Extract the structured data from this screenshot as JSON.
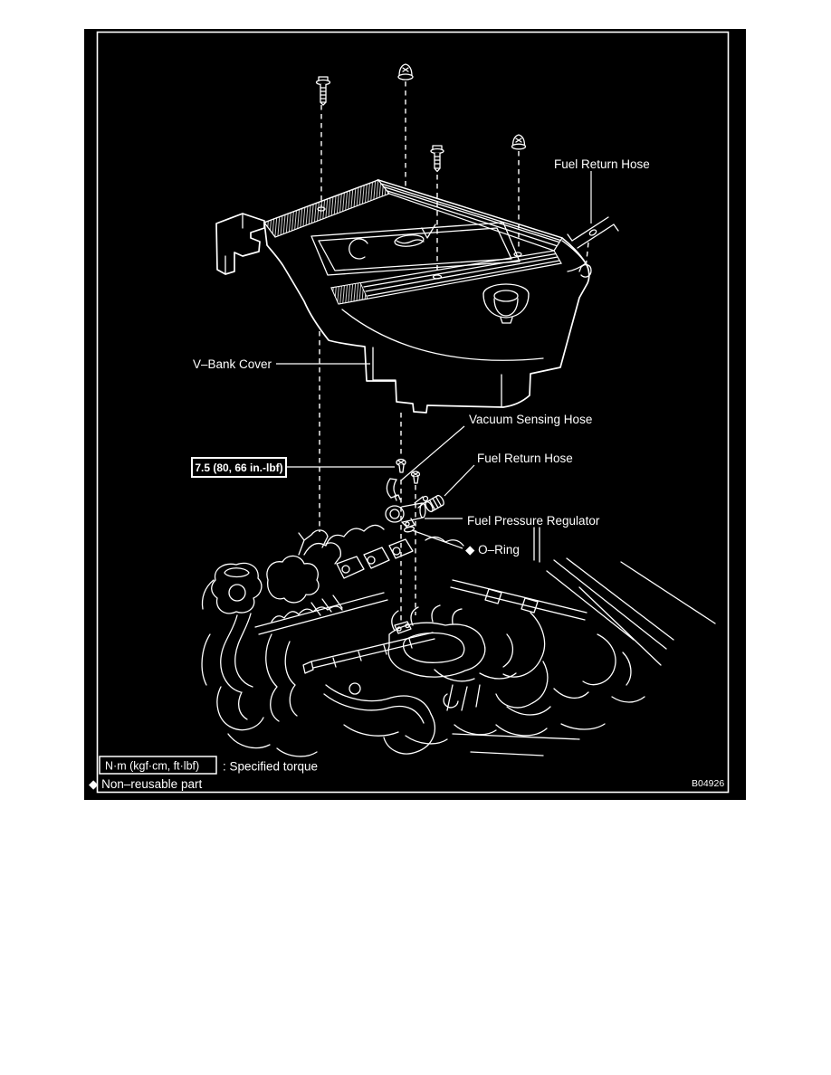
{
  "figure": {
    "code": "B04926",
    "background": "#000000",
    "line_color": "#ffffff",
    "page_color": "#ffffff"
  },
  "labels": {
    "fuel_return_hose_top": "Fuel Return Hose",
    "v_bank_cover": "V–Bank Cover",
    "torque_spec": "7.5 (80, 66 in.-lbf)",
    "vacuum_sensing_hose": "Vacuum Sensing Hose",
    "fuel_return_hose_mid": "Fuel Return Hose",
    "fuel_pressure_regulator": "Fuel Pressure Regulator",
    "o_ring": "◆ O–Ring"
  },
  "legend": {
    "torque_box": "N·m (kgf·cm, ft·lbf)",
    "torque_meaning": ": Specified torque",
    "non_reusable": "◆ Non–reusable part"
  }
}
